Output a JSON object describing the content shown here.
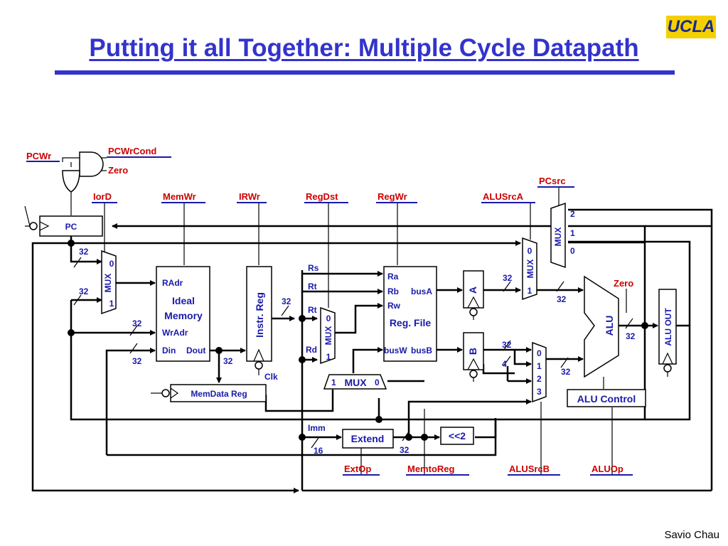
{
  "slide": {
    "title": "Putting it all Together: Multiple Cycle Datapath",
    "logo": "UCLA",
    "author": "Savio Chau"
  },
  "control_signals": {
    "pcwr": "PCWr",
    "pcwrcond": "PCWrCond",
    "zero_in": "Zero",
    "iord": "IorD",
    "memwr": "MemWr",
    "irwr": "IRWr",
    "regdst": "RegDst",
    "regwr": "RegWr",
    "alusrca": "ALUSrcA",
    "pcsrc": "PCsrc",
    "zero_out": "Zero",
    "extop": "ExtOp",
    "memtoreg": "MemtoReg",
    "alusrcb": "ALUSrcB",
    "aluop": "ALUOp"
  },
  "blocks": {
    "pc": "PC",
    "mux": "MUX",
    "mem_radr": "RAdr",
    "mem_ideal": "Ideal",
    "mem_memory": "Memory",
    "mem_wradr": "WrAdr",
    "mem_din": "Din",
    "mem_dout": "Dout",
    "instr_reg": "Instr. Reg",
    "clk": "Clk",
    "memdata_reg": "MemData Reg",
    "rf_ra": "Ra",
    "rf_rb": "Rb",
    "rf_rw": "Rw",
    "rf_busa": "busA",
    "rf_name": "Reg. File",
    "rf_busw": "busW",
    "rf_busb": "busB",
    "reg_a": "A",
    "reg_b": "B",
    "alu": "ALU",
    "alu_out": "ALU OUT",
    "alu_control": "ALU Control",
    "extend": "Extend",
    "shift": "<<2"
  },
  "wire_labels": {
    "rs": "Rs",
    "rt1": "Rt",
    "rt2": "Rt",
    "rd": "Rd",
    "imm": "Imm",
    "w32": "32",
    "w16": "16",
    "w4": "4"
  },
  "mux_inputs": {
    "in0": "0",
    "in1": "1",
    "in2": "2",
    "in3": "3"
  }
}
